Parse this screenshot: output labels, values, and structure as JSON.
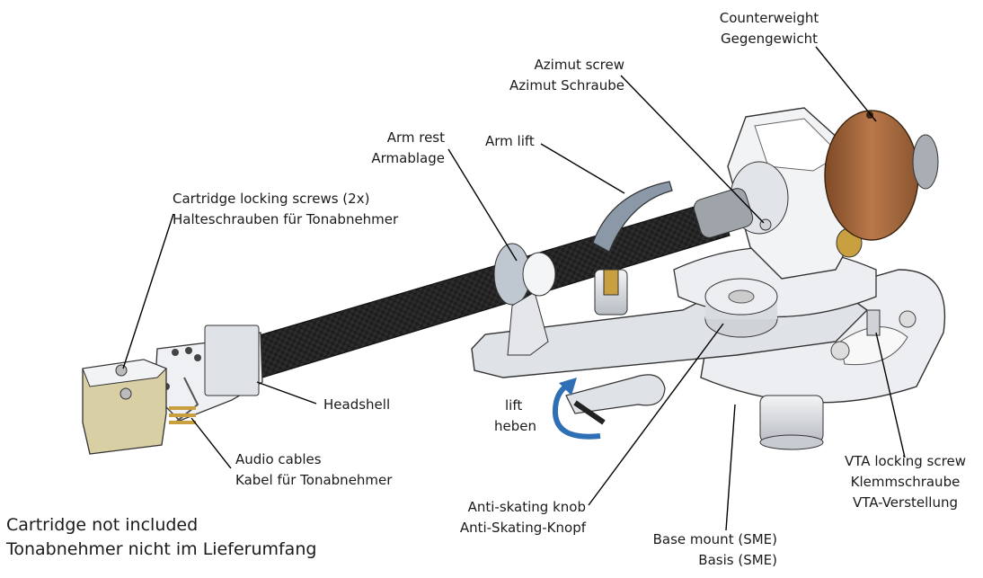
{
  "labels": {
    "counterweight": [
      "Counterweight",
      "Gegengewicht"
    ],
    "azimut_screw": [
      "Azimut screw",
      "Azimut Schraube"
    ],
    "arm_rest": [
      "Arm rest",
      "Armablage"
    ],
    "arm_lift": [
      "Arm lift"
    ],
    "cartridge_screws": [
      "Cartridge locking screws (2x)",
      "Halteschrauben für Tonabnehmer"
    ],
    "headshell": [
      "Headshell"
    ],
    "lift": [
      "lift",
      "heben"
    ],
    "audio_cables": [
      "Audio cables",
      "Kabel für Tonabnehmer"
    ],
    "anti_skating": [
      "Anti-skating knob",
      "Anti-Skating-Knopf"
    ],
    "base_mount": [
      "Base mount (SME)",
      "Basis (SME)"
    ],
    "vta_screw": [
      "VTA locking screw",
      "Klemmschraube",
      "VTA-Verstellung"
    ]
  },
  "note": [
    "Cartridge not included",
    "Tonabnehmer nicht im Lieferumfang"
  ],
  "colors": {
    "arm_tube": "#1c1c1c",
    "metal": "#e4e6ea",
    "metal_dark": "#a9adb4",
    "counterweight": "#a86a3a",
    "brass": "#c8a040",
    "arrow": "#2f6fb5",
    "lift_cam": "#8a98a8"
  }
}
